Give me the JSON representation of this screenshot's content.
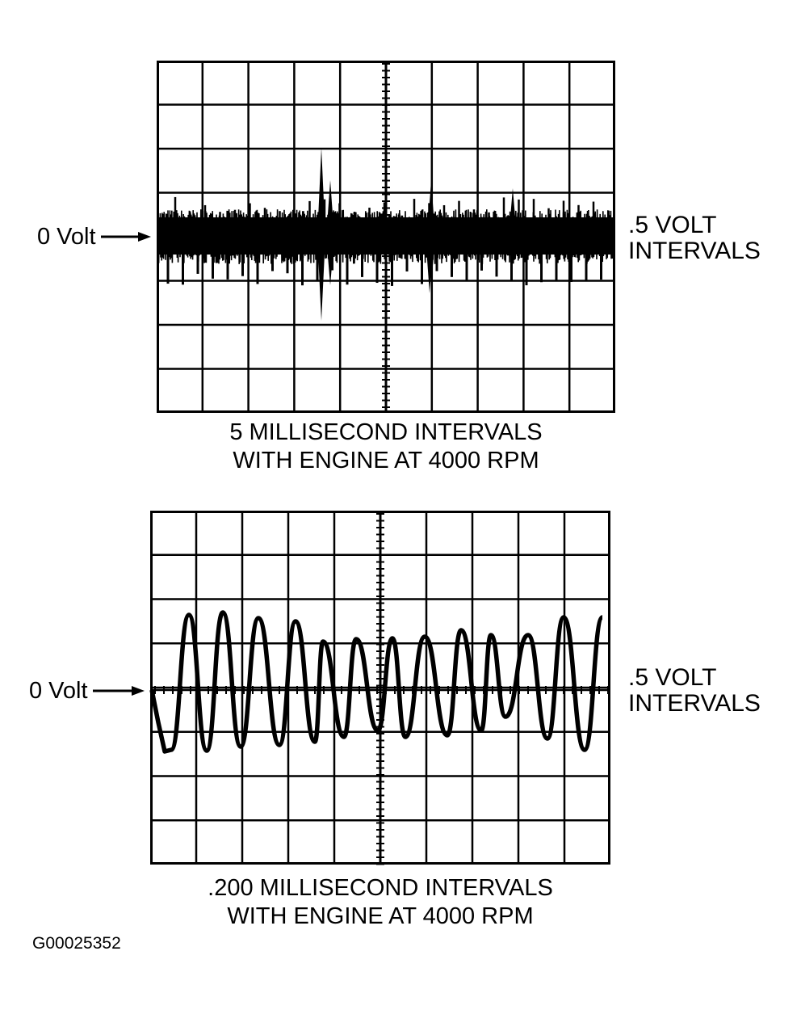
{
  "scope_top": {
    "zero_label": "0 Volt",
    "volt_line1": ".5 VOLT",
    "volt_line2": "INTERVALS",
    "caption_line1": "5 MILLISECOND INTERVALS",
    "caption_line2": "WITH ENGINE AT 4000 RPM"
  },
  "scope_bottom": {
    "zero_label": "0 Volt",
    "volt_line1": ".5 VOLT",
    "volt_line2": "INTERVALS",
    "caption_line1": ".200 MILLISECOND INTERVALS",
    "caption_line2": "WITH ENGINE AT 4000 RPM"
  },
  "figure_code": "G00025352"
}
